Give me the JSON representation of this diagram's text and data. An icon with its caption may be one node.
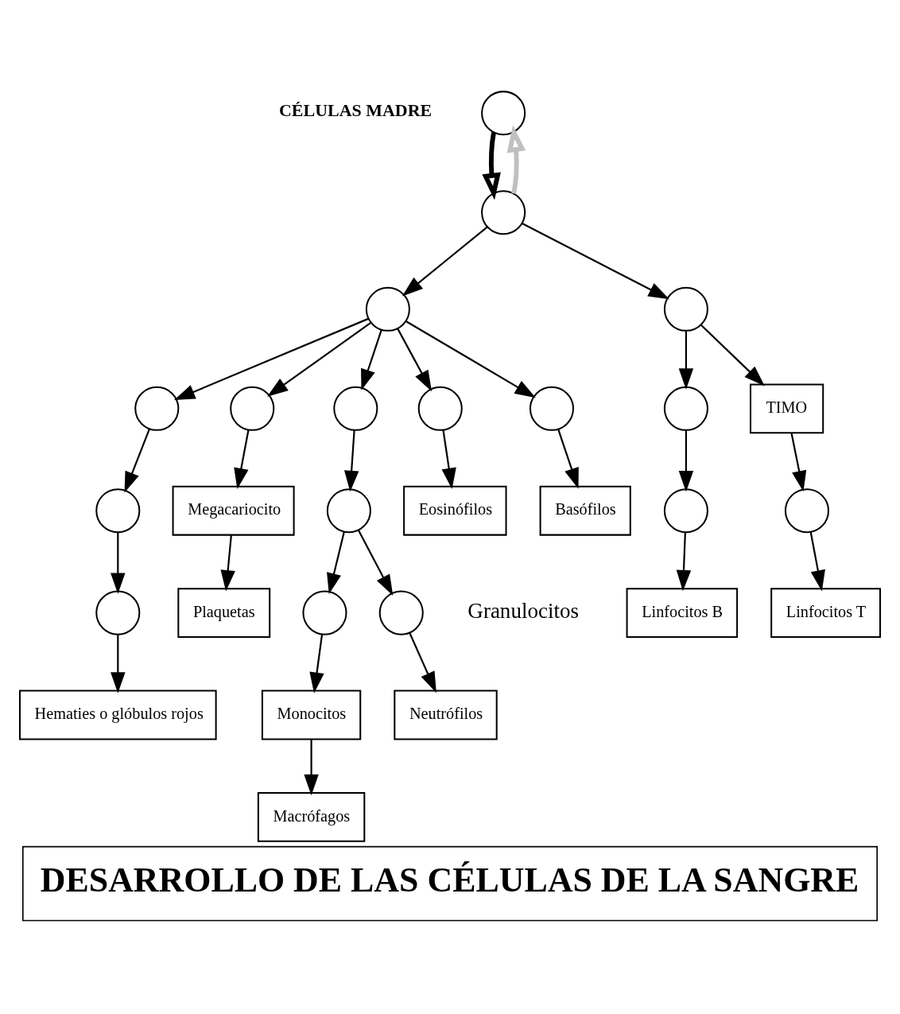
{
  "diagram": {
    "title": "DESARROLLO DE LAS CÉLULAS DE LA SANGRE",
    "nodes": [
      {
        "text": [],
        "shape": "circle"
      },
      {
        "text": [],
        "shape": "circle"
      },
      {
        "text": [],
        "shape": "circle"
      },
      {
        "text": [],
        "shape": "circle"
      },
      {
        "text": [],
        "shape": "circle"
      },
      {
        "text": [],
        "shape": "circle"
      },
      {
        "text": [],
        "shape": "circle"
      },
      {
        "text": [],
        "shape": "circle"
      },
      {
        "text": [],
        "shape": "circle"
      },
      {
        "text": [],
        "shape": "circle"
      },
      {
        "text": [
          "TIMO"
        ]
      },
      {
        "text": [],
        "shape": "circle"
      },
      {
        "text": [],
        "shape": "circle"
      },
      {
        "text": [],
        "shape": "circle"
      },
      {
        "text": [
          "Megacariocito"
        ]
      },
      {
        "text": [],
        "shape": "circle"
      },
      {
        "text": [],
        "shape": "circle"
      },
      {
        "text": [],
        "shape": "circle"
      },
      {
        "text": [],
        "shape": "circle"
      },
      {
        "text": [
          "Hematies o glóbulos rojos"
        ]
      },
      {
        "text": [
          "Plaquetas"
        ]
      },
      {
        "text": [
          "Monocitos"
        ]
      },
      {
        "text": [
          "Neutrófilos"
        ]
      },
      {
        "text": [
          "Eosinófilos"
        ]
      },
      {
        "text": [
          "Basófilos"
        ]
      },
      {
        "text": [
          "Linfocitos B"
        ]
      },
      {
        "text": [
          "Linfocitos T"
        ]
      },
      {
        "text": [
          "Macrófagos"
        ]
      }
    ],
    "edges": [
      {
        "from": 0,
        "to": 1,
        "arrow": "to",
        "style": "thick"
      },
      {
        "from": 1,
        "to": 0,
        "arrow": "to",
        "style": "thick",
        "color": "#c0c0c0"
      },
      {
        "from": 1,
        "to": 2,
        "arrow": "to"
      },
      {
        "from": 1,
        "to": 3,
        "arrow": "to"
      },
      {
        "from": 2,
        "to": 4,
        "arrow": "to"
      },
      {
        "from": 2,
        "to": 5,
        "arrow": "to"
      },
      {
        "from": 2,
        "to": 6,
        "arrow": "to"
      },
      {
        "from": 2,
        "to": 7,
        "arrow": "to"
      },
      {
        "from": 2,
        "to": 8,
        "arrow": "to"
      },
      {
        "from": 3,
        "to": 9,
        "arrow": "to"
      },
      {
        "from": 3,
        "to": 10,
        "arrow": "to"
      },
      {
        "from": 4,
        "to": 11,
        "arrow": "to"
      },
      {
        "from": 11,
        "to": 13,
        "arrow": "to"
      },
      {
        "from": 13,
        "to": 19,
        "arrow": "to"
      },
      {
        "from": 5,
        "to": 14,
        "arrow": "to"
      },
      {
        "from": 14,
        "to": 20,
        "arrow": "to"
      },
      {
        "from": 6,
        "to": 12,
        "arrow": "to"
      },
      {
        "from": 12,
        "to": 15,
        "arrow": "to"
      },
      {
        "from": 12,
        "to": 16,
        "arrow": "to"
      },
      {
        "from": 15,
        "to": 21,
        "arrow": "to"
      },
      {
        "from": 16,
        "to": 22,
        "arrow": "to"
      },
      {
        "from": 7,
        "to": 23,
        "arrow": "to"
      },
      {
        "from": 8,
        "to": 24,
        "arrow": "to"
      },
      {
        "from": 9,
        "to": 17,
        "arrow": "to"
      },
      {
        "from": 17,
        "to": 25,
        "arrow": "to"
      },
      {
        "from": 10,
        "to": 18,
        "arrow": "to"
      },
      {
        "from": 18,
        "to": 26,
        "arrow": "to"
      },
      {
        "from": 21,
        "to": 27,
        "arrow": "to"
      }
    ],
    "labels": [
      "CÉLULAS MADRE",
      "Granulocitos"
    ]
  }
}
